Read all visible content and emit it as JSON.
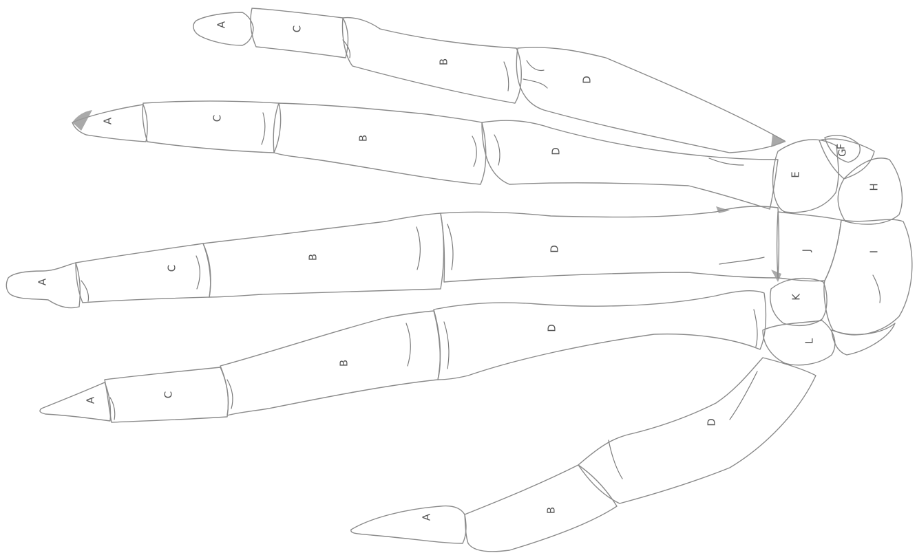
{
  "labels": {
    "A": "A",
    "B": "B",
    "C": "C",
    "D": "D",
    "E": "E",
    "F": "F",
    "G": "G",
    "H": "H",
    "I": "I",
    "J": "J",
    "K": "K",
    "L": "L"
  },
  "colors": {
    "outline": "#8a8a8a",
    "label": "#555555",
    "background": "#ffffff"
  }
}
